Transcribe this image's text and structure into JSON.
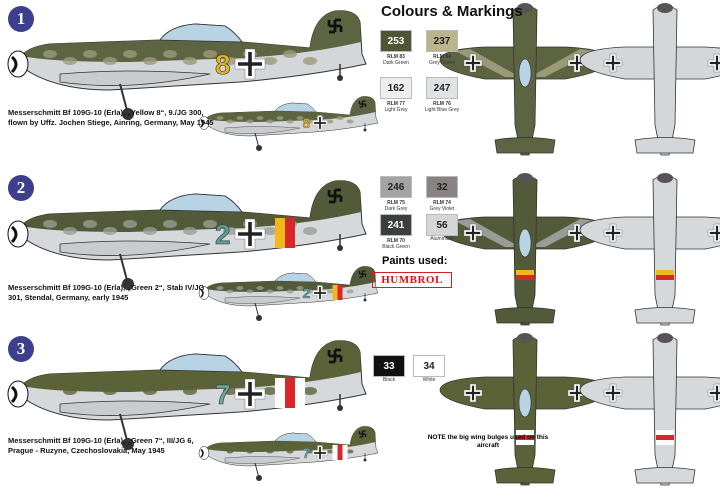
{
  "title": "Colours & Markings",
  "badges": [
    "1",
    "2",
    "3"
  ],
  "swatches": [
    {
      "code": "253",
      "rlm": "RLM 83",
      "name": "Dark Green",
      "color": "#4f5535",
      "text": "#fff"
    },
    {
      "code": "237",
      "rlm": "RLM 84",
      "name": "Grey Green",
      "color": "#b9b48c",
      "text": "#222"
    },
    {
      "code": "162",
      "rlm": "RLM 77",
      "name": "Light Grey",
      "color": "#eeeeee",
      "text": "#222"
    },
    {
      "code": "247",
      "rlm": "RLM 76",
      "name": "Light Blue Grey",
      "color": "#dfe2e3",
      "text": "#222"
    },
    {
      "code": "246",
      "rlm": "RLM 75",
      "name": "Dark Grey",
      "color": "#a4a3a3",
      "text": "#222"
    },
    {
      "code": "32",
      "rlm": "RLM 74",
      "name": "Grey Violet",
      "color": "#898483",
      "text": "#222"
    },
    {
      "code": "241",
      "rlm": "RLM 70",
      "name": "Black Green",
      "color": "#3b3f3e",
      "text": "#fff"
    },
    {
      "code": "56",
      "rlm": "",
      "name": "Aluminium",
      "color": "#d4d6d8",
      "text": "#222"
    },
    {
      "code": "33",
      "rlm": "",
      "name": "Black",
      "color": "#111111",
      "text": "#fff"
    },
    {
      "code": "34",
      "rlm": "",
      "name": "White",
      "color": "#ffffff",
      "text": "#222"
    }
  ],
  "paints_used": "Paints used:",
  "brand": "HUMBROL",
  "note": "NOTE the big wing bulges used on this aircraft",
  "schemes": [
    {
      "caption_1": "Messerschmitt Bf 109G-10 (Erla), „Yellow 8“, 9./JG 300,",
      "caption_2": "flown by Uffz. Jochen Stiege, Ainring, Germany, May 1945",
      "number": "8",
      "number_color": "#e6b31e",
      "upper": "#5d6442",
      "upper2": "#9a9a78",
      "lower": "#d3d7da",
      "band": []
    },
    {
      "caption_1": "Messerschmitt Bf 109G-10 (Erla), „Green 2“, Stab IV/JG",
      "caption_2": "301, Stendal, Germany, early 1945",
      "number": "2",
      "number_color": "#5c9d98",
      "upper": "#535a3a",
      "upper2": "#9a9c96",
      "lower": "#d6d9db",
      "band": [
        "#f0b81c",
        "#d8262b"
      ]
    },
    {
      "caption_1": "Messerschmitt Bf 109G-10 (Erla), „Green 7“, III/JG 6,",
      "caption_2": "Prague - Ruzyne, Czechoslovakia, May 1945",
      "number": "7",
      "number_color": "#6aa7a0",
      "upper": "#5c6238",
      "upper2": "#5c6238",
      "lower": "#d6d9db",
      "band": [
        "#ffffff",
        "#d8262b",
        "#ffffff"
      ]
    }
  ]
}
